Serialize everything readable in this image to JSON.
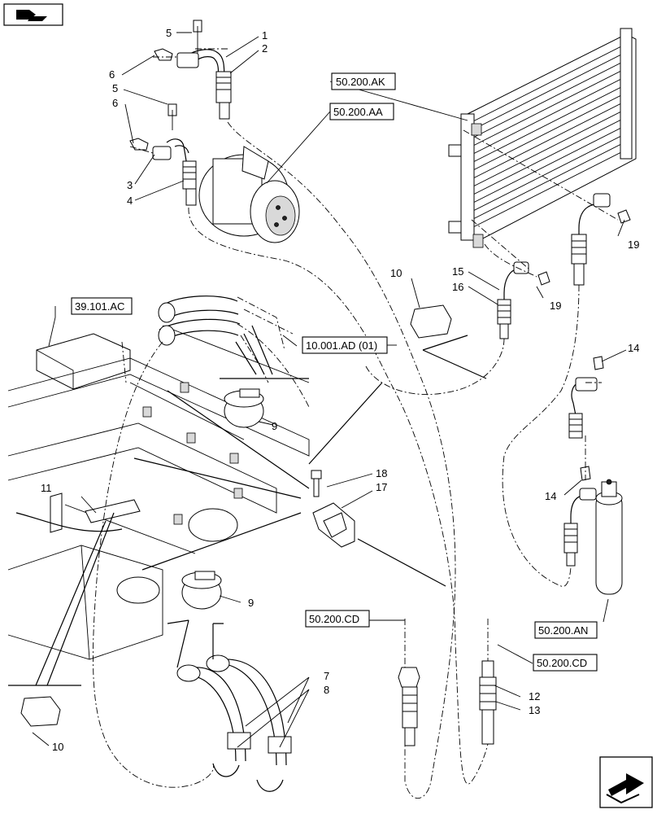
{
  "item_numbers": [
    "1",
    "2",
    "3",
    "4",
    "5",
    "5",
    "6",
    "6",
    "7",
    "8",
    "9",
    "9",
    "10",
    "10",
    "11",
    "12",
    "13",
    "14",
    "14",
    "15",
    "16",
    "17",
    "18",
    "19",
    "19"
  ],
  "reference_boxes": [
    "50.200.AK",
    "50.200.AA",
    "39.101.AC",
    "10.001.AD (01)",
    "50.200.CD",
    "50.200.CD",
    "50.200.AN"
  ],
  "icons": {
    "top_left": "view-orientation-icon",
    "bottom_right": "next-page-arrow-icon"
  }
}
